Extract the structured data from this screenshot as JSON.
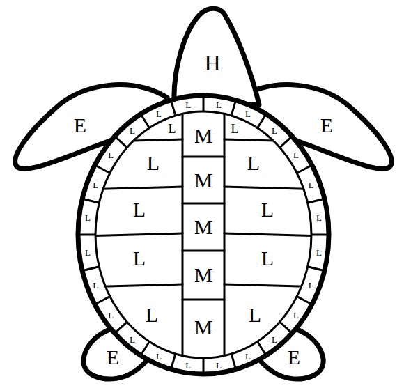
{
  "diagram": {
    "labels": [
      "H",
      "E",
      "E",
      "L",
      "L",
      "M",
      "M",
      "M",
      "M",
      "M",
      "L",
      "L",
      "L",
      "L",
      "L",
      "L",
      "L",
      "L",
      "L",
      "L",
      "L",
      "L",
      "L",
      "L",
      "L",
      "L",
      "L",
      "L",
      "L",
      "L",
      "L",
      "L",
      "L",
      "L",
      "L",
      "L",
      "L",
      "L",
      "L",
      "L",
      "L",
      "L",
      "E",
      "E"
    ]
  }
}
